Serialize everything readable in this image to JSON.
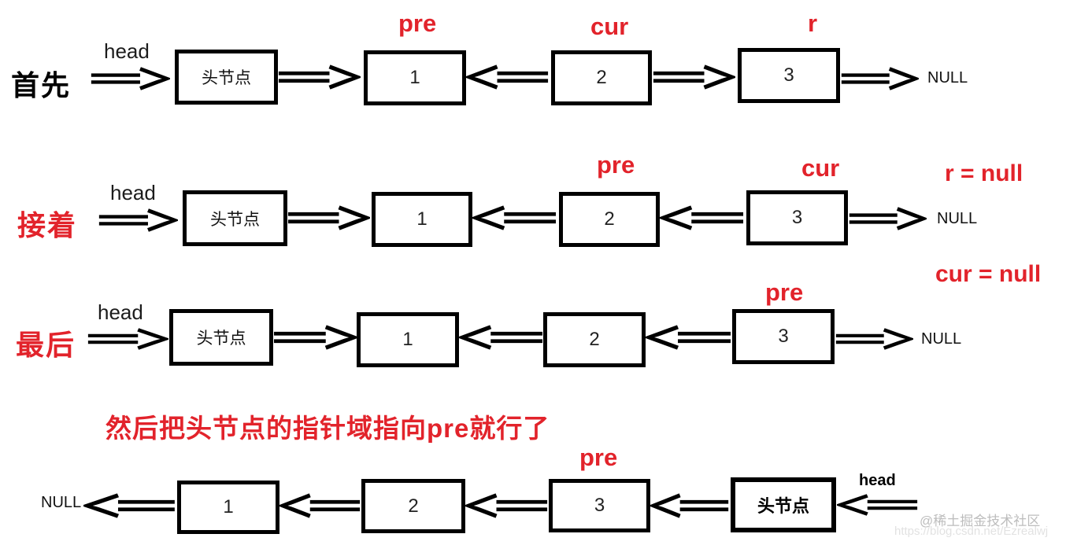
{
  "colors": {
    "red": "#e2232b",
    "black": "#000000",
    "watermark_gray": "#bdbdbd",
    "watermark_light": "#e2e2e2"
  },
  "rows": {
    "r1": {
      "step": "首先",
      "head": "head",
      "head_node": "头节点",
      "n1": "1",
      "n2": "2",
      "n3": "3",
      "null": "NULL",
      "pre": "pre",
      "cur": "cur",
      "r": "r"
    },
    "r2": {
      "step": "接着",
      "head": "head",
      "head_node": "头节点",
      "n1": "1",
      "n2": "2",
      "n3": "3",
      "null": "NULL",
      "pre": "pre",
      "cur": "cur",
      "note": "r = null"
    },
    "r3": {
      "step": "最后",
      "head": "head",
      "head_node": "头节点",
      "n1": "1",
      "n2": "2",
      "n3": "3",
      "null": "NULL",
      "pre": "pre",
      "note": "cur = null"
    },
    "caption": "然后把头节点的指针域指向pre就行了",
    "r4": {
      "null": "NULL",
      "n1": "1",
      "n2": "2",
      "n3": "3",
      "head_node": "头节点",
      "head": "head",
      "pre": "pre"
    }
  },
  "watermark": {
    "community": "@稀土掘金技术社区",
    "url": "https://blog.csdn.net/Ezrealwj"
  }
}
